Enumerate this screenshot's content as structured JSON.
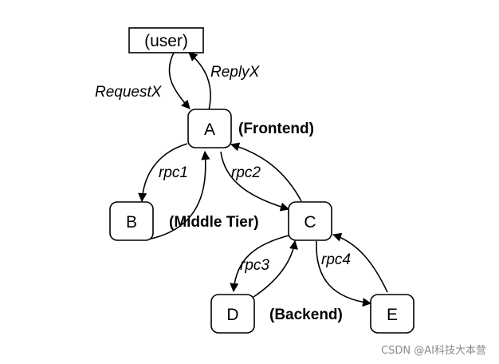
{
  "nodes": {
    "user": "(user)",
    "a": "A",
    "b": "B",
    "c": "C",
    "d": "D",
    "e": "E"
  },
  "edges": {
    "request": "RequestX",
    "reply": "ReplyX",
    "rpc1": "rpc1",
    "rpc2": "rpc2",
    "rpc3": "rpc3",
    "rpc4": "rpc4"
  },
  "tiers": {
    "frontend": "(Frontend)",
    "middle": "(Middle Tier)",
    "backend": "(Backend)"
  },
  "watermark": "CSDN @AI科技大本营"
}
